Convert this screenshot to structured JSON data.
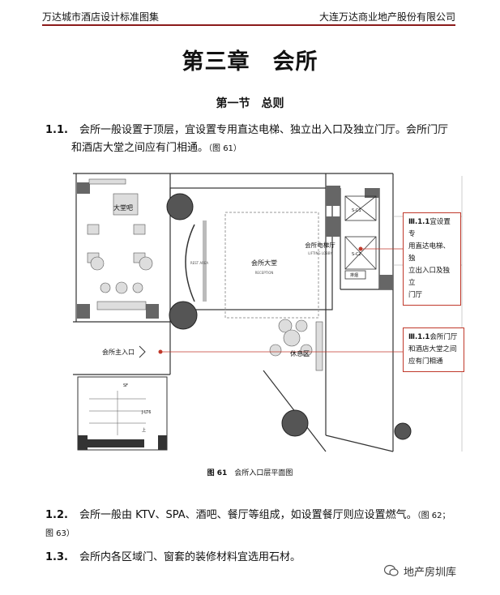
{
  "header": {
    "left": "万达城市酒店设计标准图集",
    "right": "大连万达商业地产股份有限公司",
    "rule_color": "#8b1a1a"
  },
  "chapter_title": "第三章　会所",
  "section_title": "第一节　总则",
  "paragraphs": [
    {
      "num": "1.1.",
      "text_1": "会所一般设置于顶层，宜设置专用直达电梯、独立出入口及独立门厅。会所门厅",
      "text_2": "和酒店大堂之间应有门相通。",
      "ref": "（图 61）"
    },
    {
      "num": "1.2.",
      "text_1": "会所一般由 KTV、SPA、酒吧、餐厅等组成，如设置餐厅则应设置燃气。",
      "ref_1": "（图 62；",
      "ref_2": "图 63）"
    },
    {
      "num": "1.3.",
      "text_1": "会所内各区域门、窗套的装修材料宜选用石材。"
    }
  ],
  "figure": {
    "labels": {
      "lobby_bar": "大堂吧",
      "club_lobby": "会所大堂",
      "reception": "RECEPTION",
      "rest_area": "REST AREA",
      "club_elevator_hall": "会所电梯厅",
      "lifting_lobby": "LIFTING LOBBY",
      "club_entrance": "会所主入口",
      "lounge": "休息区",
      "sc1": "S-C1",
      "sc2": "S-C2",
      "exhaust": "排烟",
      "sf": "SF",
      "jlt": "J-LT6",
      "up": "上"
    },
    "callout_1": {
      "tag": "Ⅲ.1.1",
      "text": "宜设置专用直达电梯、独立出入口及独立门厅"
    },
    "callout_1_lines": [
      "宜设置专",
      "用直达电梯、独",
      "立出入口及独立",
      "门厅"
    ],
    "callout_2": {
      "tag": "Ⅲ.1.1",
      "lines": [
        "会所门厅",
        "和酒店大堂之间",
        "应有门相通"
      ]
    },
    "accent_color": "#c0392b"
  },
  "caption": {
    "fig": "图 61",
    "text": "会所入口层平面图"
  },
  "watermark": "地产房圳库"
}
